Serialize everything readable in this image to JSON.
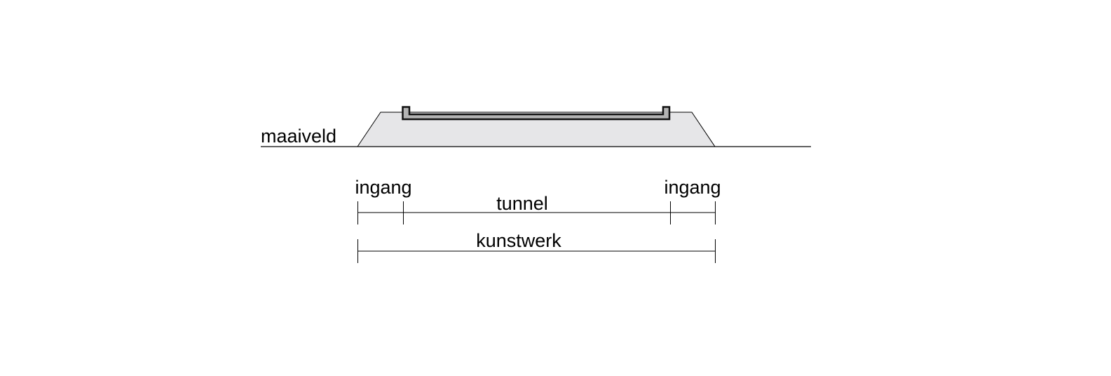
{
  "labels": {
    "ground": "maaiveld",
    "entrance_left": "ingang",
    "entrance_right": "ingang",
    "tunnel": "tunnel",
    "structure": "kunstwerk"
  },
  "colors": {
    "embankment_fill": "#e6e6e8",
    "tunnel_fill": "#b4b4b4",
    "line": "#000000"
  }
}
